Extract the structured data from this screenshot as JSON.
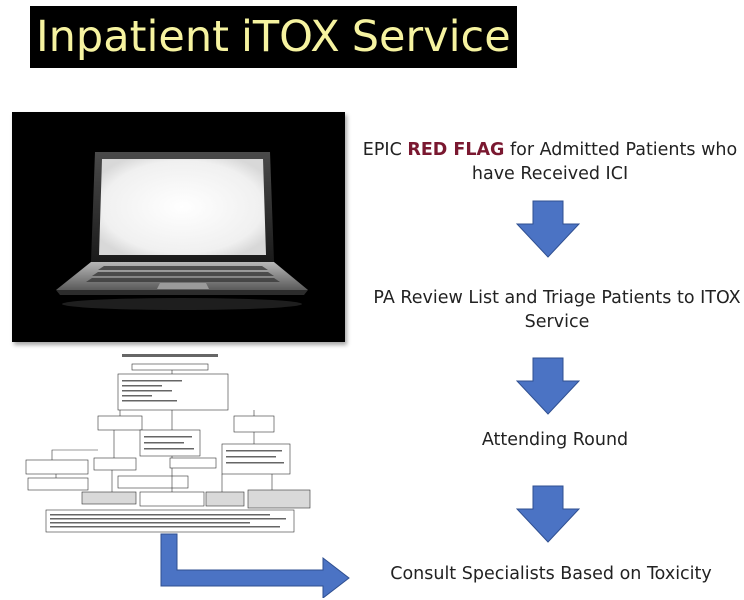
{
  "title_words": [
    "Inpatient",
    "iTOX",
    "Service"
  ],
  "flow_thumbnail_title": "Approach to the evaluation and management of suspected immune-related toxicities",
  "steps": {
    "s1_pre": "EPIC ",
    "s1_flag": "RED FLAG",
    "s1_post": " for Admitted Patients who have Received ICI",
    "s2": "PA Review List and Triage Patients to ITOX Service",
    "s3": "Attending Round",
    "s4": "Consult Specialists Based on Toxicity"
  },
  "colors": {
    "arrow": "#4b73c4",
    "flag": "#7a1830",
    "title_text": "#f6f3a0"
  }
}
